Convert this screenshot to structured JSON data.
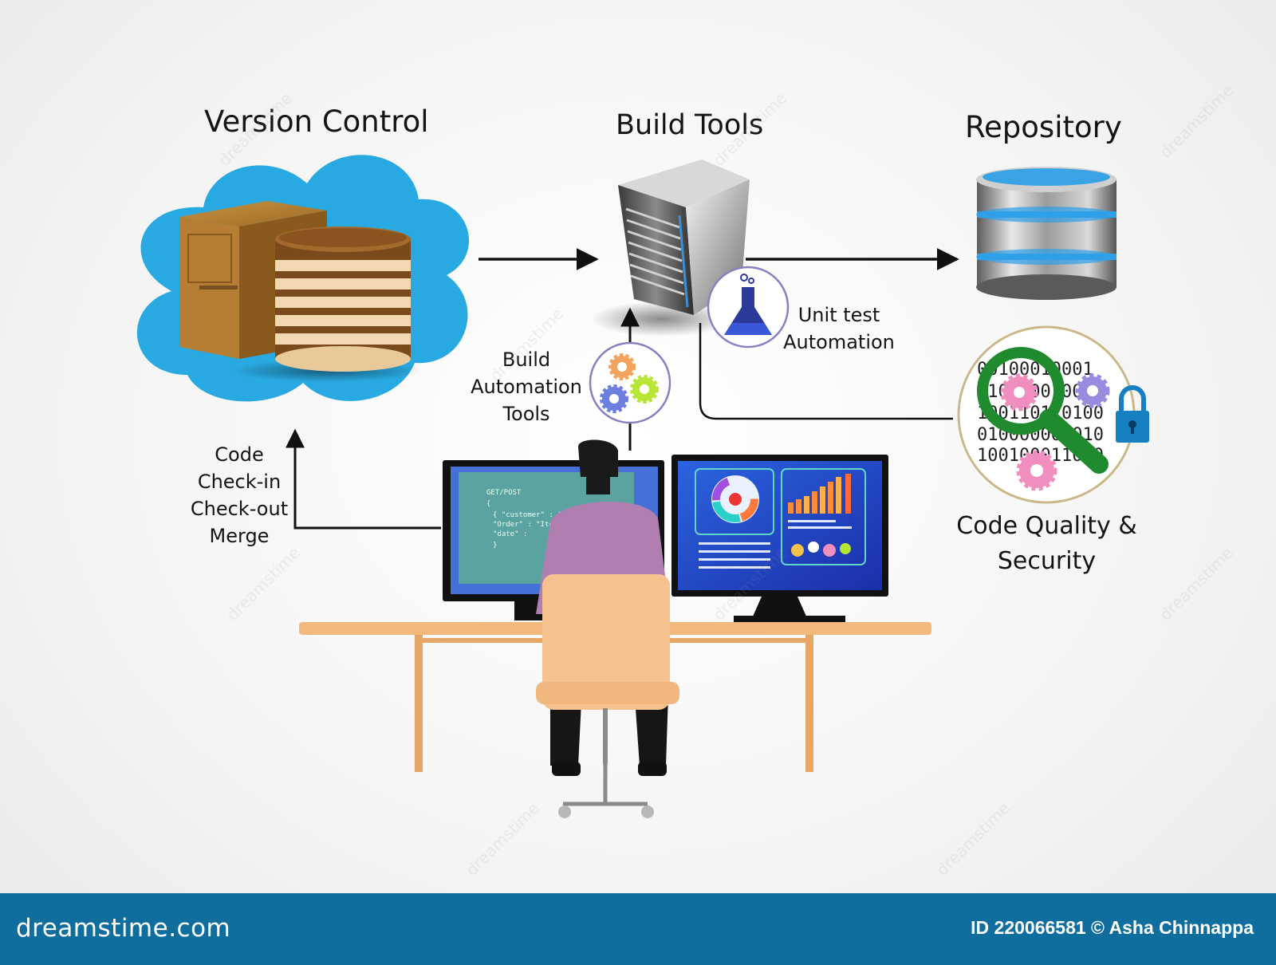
{
  "labels": {
    "version_control": "Version Control",
    "build_tools": "Build Tools",
    "repository": "Repository",
    "unit_test_line1": "Unit test",
    "unit_test_line2": "Automation",
    "build_automation_line1": "Build",
    "build_automation_line2": "Automation",
    "build_automation_line3": "Tools",
    "code_line1": "Code",
    "code_line2": "Check-in",
    "code_line3": "Check-out",
    "code_line4": "Merge",
    "quality_line1": "Code Quality &",
    "quality_line2": "Security"
  },
  "screen_code": {
    "line1": "GET/POST",
    "line2": "{",
    "line3": "{  \"customer\" : \"Lin",
    "line4": "   \"Order\" : \"Ite",
    "line5": "   \"date\" :",
    "line6": "}"
  },
  "binary": {
    "row1": "00100010001",
    "row2": "010010010010",
    "row3": "100110110100",
    "row4": "010000000010",
    "row5": "100100011000"
  },
  "footer": {
    "site": "dreamstime.com",
    "credit": "ID 220066581 © Asha Chinnappa"
  },
  "watermark": "dreamstime",
  "colors": {
    "cloud": "#29a9e1",
    "footer_bar": "#0f6e9e",
    "magnifier": "#1f8a2e",
    "lock": "#1780c2",
    "shirt": "#b07fb0",
    "chair": "#f5c28f",
    "desk": "#f3b97c"
  }
}
